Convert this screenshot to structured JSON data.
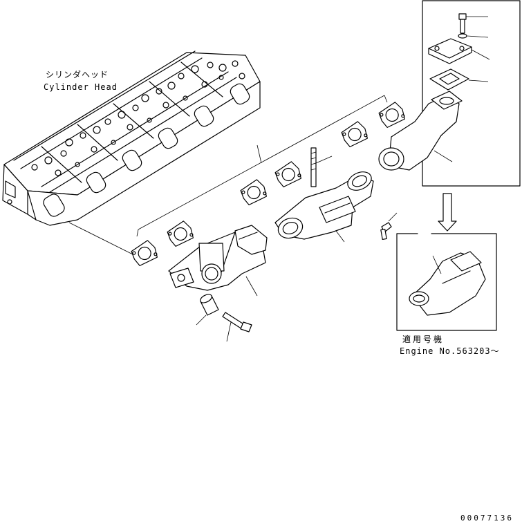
{
  "labels": {
    "cylinder_head_jp": "シリンダヘッド",
    "cylinder_head_en": "Cylinder Head",
    "applicable_jp": "適用号機",
    "applicable_en": "Engine No.563203～",
    "drawing_code": "00077136"
  }
}
